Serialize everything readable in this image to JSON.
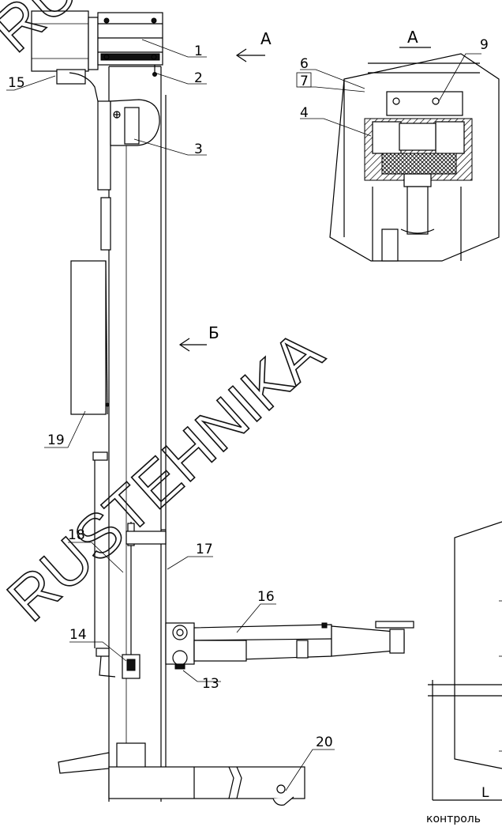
{
  "watermark": "RUSTEHNIKA",
  "watermark_top": "RUS",
  "view_a_marker": "А",
  "view_b_marker": "Б",
  "section_title": "А",
  "callouts": [
    "1",
    "2",
    "3",
    "4",
    "6",
    "7",
    "9",
    "13",
    "14",
    "15",
    "16",
    "17",
    "18",
    "19",
    "20"
  ],
  "dimension_label": "L",
  "bottom_text": "контроль"
}
